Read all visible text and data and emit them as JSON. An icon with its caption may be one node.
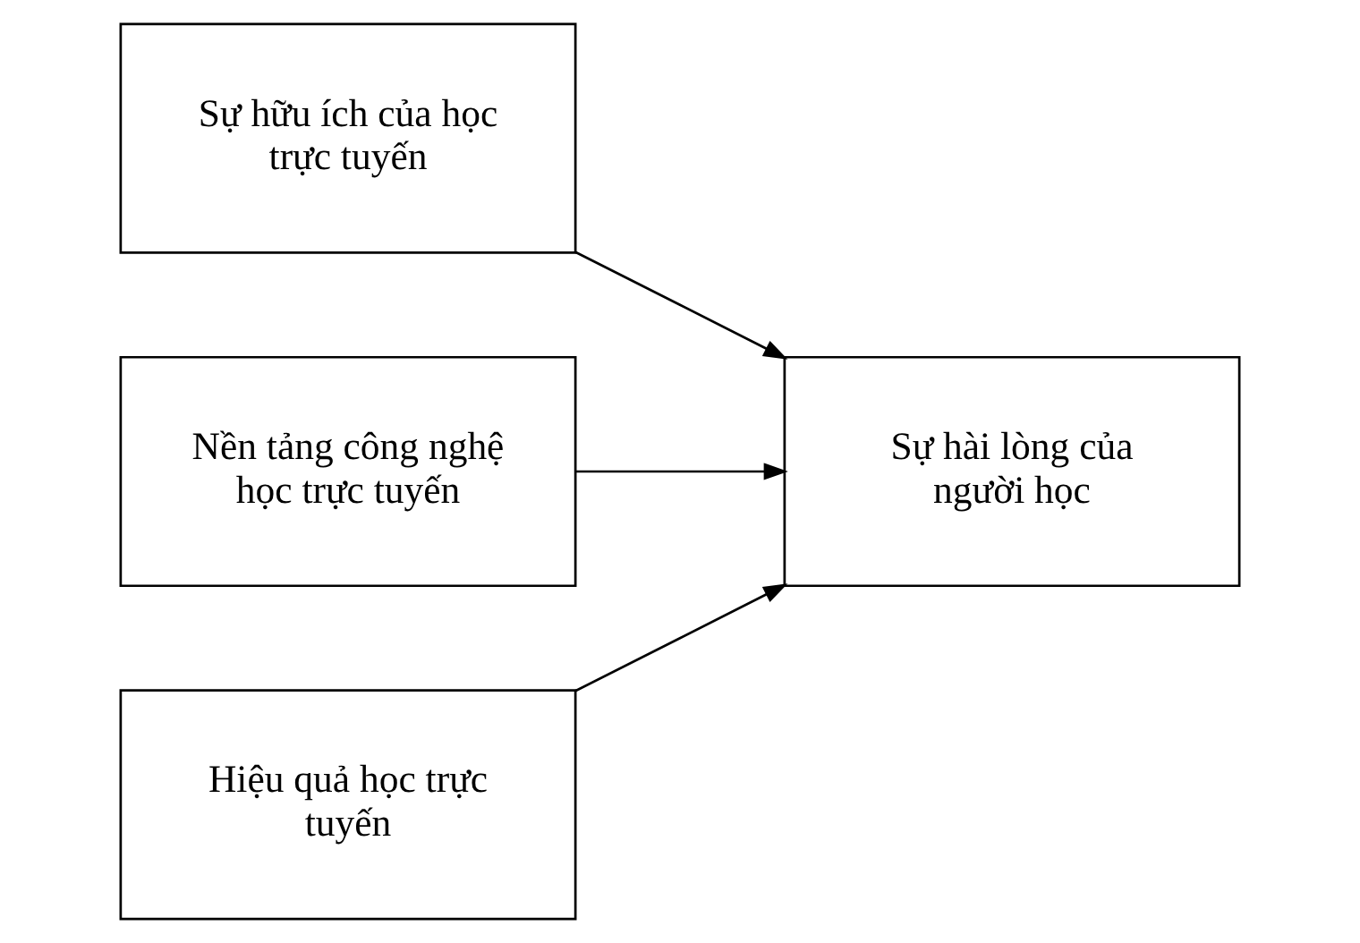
{
  "diagram": {
    "nodes": [
      {
        "text": [
          "Sự hữu ích của học trực tuyến"
        ]
      },
      {
        "text": [
          "Nền tảng công nghệ học trực tuyến"
        ]
      },
      {
        "text": [
          "Hiệu quả học trực tuyến"
        ]
      },
      {
        "text": [
          "Sự hài lòng của người học"
        ]
      }
    ],
    "edges": [
      {
        "from": 0,
        "to": 3,
        "arrow": "to"
      },
      {
        "from": 1,
        "to": 3,
        "arrow": "to"
      },
      {
        "from": 2,
        "to": 3,
        "arrow": "to"
      }
    ]
  }
}
